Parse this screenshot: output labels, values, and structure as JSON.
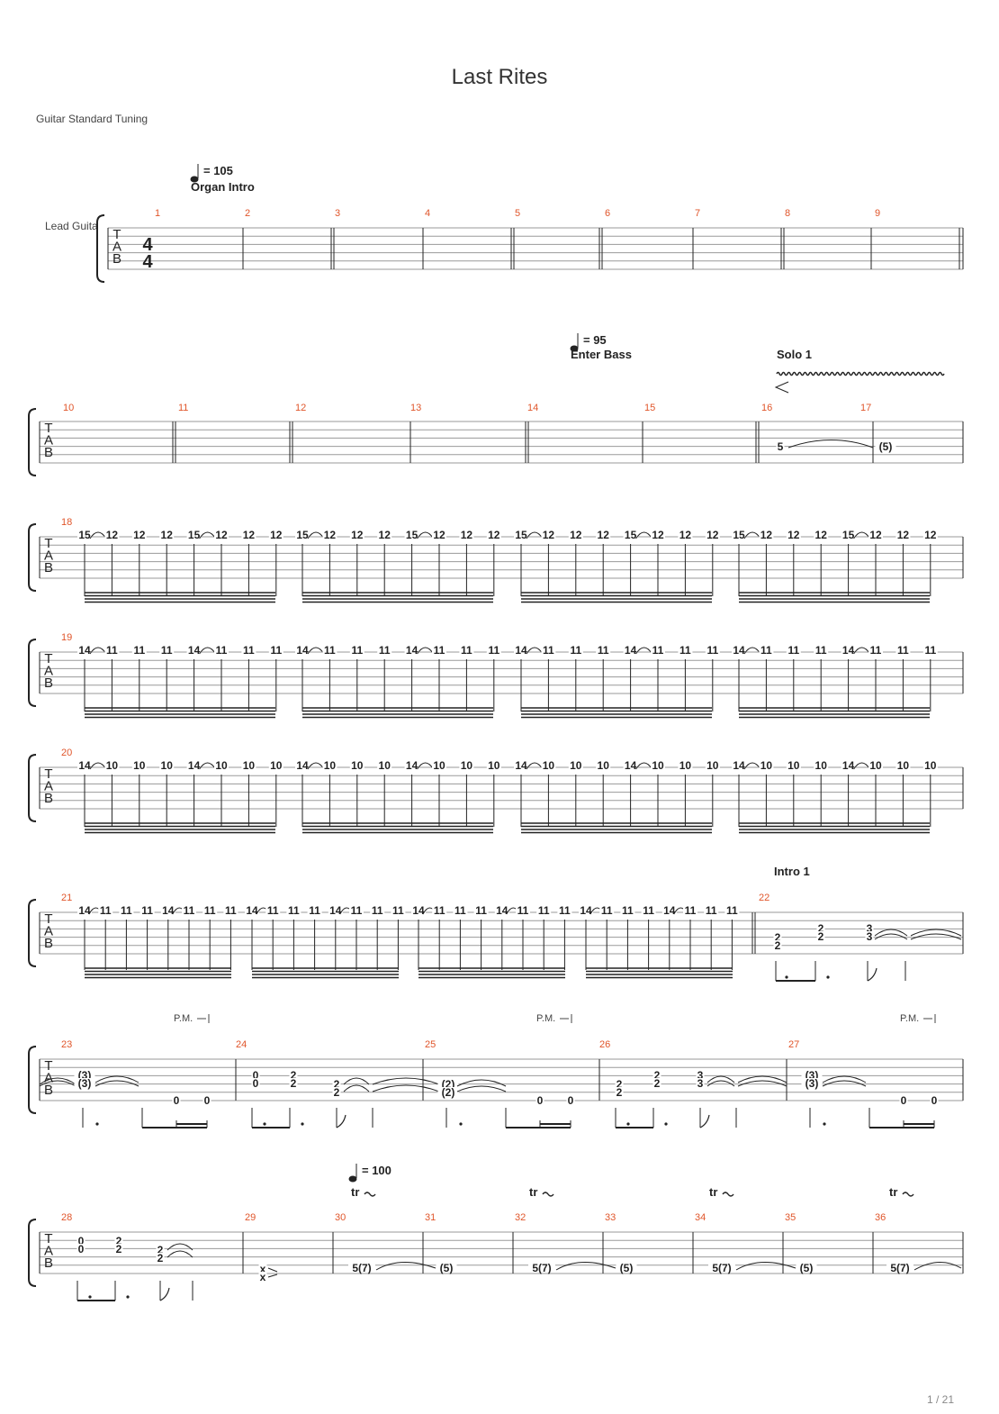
{
  "title": "Last Rites",
  "tuning": "Guitar Standard Tuning",
  "track_name": "Lead Guita",
  "page_indicator": "1 / 21",
  "annotations": {
    "tempo_105": "= 105",
    "organ_intro": "Organ Intro",
    "tempo_95": "= 95",
    "enter_bass": "Enter Bass",
    "solo_1": "Solo 1",
    "intro_1": "Intro 1",
    "tempo_100": "= 100",
    "palm_mute": "P.M.",
    "trill": "tr"
  },
  "colors": {
    "measure_number": "#e0552a",
    "staff_line": "#9a9a9a",
    "ink": "#222222"
  },
  "time_signature": {
    "top": "4",
    "bottom": "4"
  },
  "tab_clef": [
    "T",
    "A",
    "B"
  ],
  "measure_numbers": [
    "1",
    "2",
    "3",
    "4",
    "5",
    "6",
    "7",
    "8",
    "9",
    "10",
    "11",
    "12",
    "13",
    "14",
    "15",
    "16",
    "17",
    "18",
    "19",
    "20",
    "21",
    "22",
    "23",
    "24",
    "25",
    "26",
    "27",
    "28",
    "29",
    "30",
    "31",
    "32",
    "33",
    "34",
    "35",
    "36"
  ],
  "sixteenth_patterns": {
    "m18": [
      "15",
      "12",
      "12",
      "12",
      "15",
      "12",
      "12",
      "12"
    ],
    "m19": [
      "14",
      "11",
      "11",
      "11",
      "14",
      "11",
      "11",
      "11"
    ],
    "m20": [
      "14",
      "10",
      "10",
      "10",
      "14",
      "10",
      "10",
      "10"
    ],
    "m21": [
      "14",
      "11",
      "11",
      "11",
      "14",
      "11",
      "11",
      "11"
    ]
  },
  "slide_notes": {
    "m16_start": "5",
    "m17_tied": "(5)"
  },
  "chords": {
    "a": [
      "2",
      "2"
    ],
    "b": [
      "2",
      "2"
    ],
    "c": [
      "3",
      "3"
    ],
    "d_tied": [
      "(3)",
      "(3)"
    ],
    "e": [
      "0",
      "0"
    ],
    "f_tied": [
      "(2)",
      "(2)"
    ],
    "open": "0"
  },
  "dead_notes": [
    "x",
    "x"
  ],
  "trill_note": "5(7)",
  "trill_tie": "(5)"
}
